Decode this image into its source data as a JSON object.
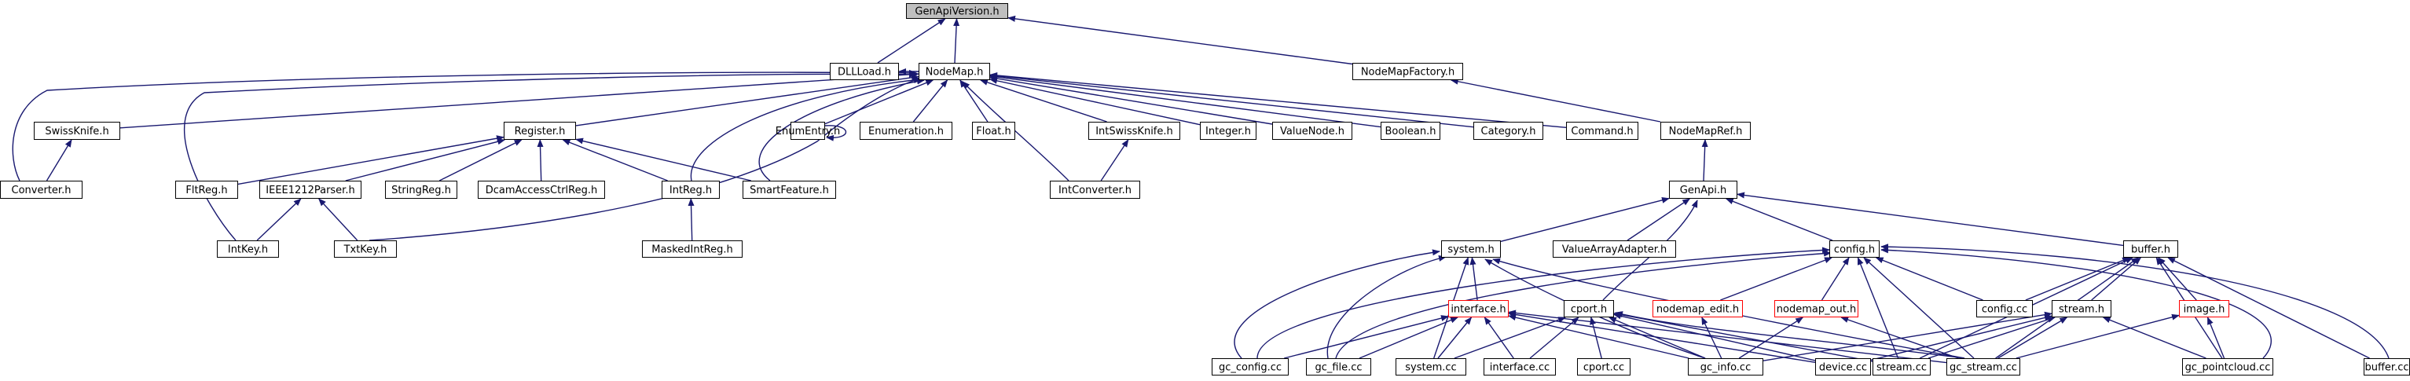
{
  "colors": {
    "edge": "#191970",
    "node_border": "#000000",
    "node_border_incomplete": "#ff0000",
    "node_fill": "#ffffff",
    "root_fill": "#bfbfbf"
  },
  "nodes": [
    {
      "id": "genapiversion",
      "label": "GenApiVersion.h",
      "style": "root"
    },
    {
      "id": "dllload",
      "label": "DLLLoad.h",
      "style": "normal"
    },
    {
      "id": "nodemap",
      "label": "NodeMap.h",
      "style": "normal"
    },
    {
      "id": "nodemapfactory",
      "label": "NodeMapFactory.h",
      "style": "normal"
    },
    {
      "id": "swissknife",
      "label": "SwissKnife.h",
      "style": "normal"
    },
    {
      "id": "register",
      "label": "Register.h",
      "style": "normal"
    },
    {
      "id": "enumentry",
      "label": "EnumEntry.h",
      "style": "normal"
    },
    {
      "id": "enumeration",
      "label": "Enumeration.h",
      "style": "normal"
    },
    {
      "id": "float",
      "label": "Float.h",
      "style": "normal"
    },
    {
      "id": "intswissknife",
      "label": "IntSwissKnife.h",
      "style": "normal"
    },
    {
      "id": "integer",
      "label": "Integer.h",
      "style": "normal"
    },
    {
      "id": "valuenode",
      "label": "ValueNode.h",
      "style": "normal"
    },
    {
      "id": "boolean",
      "label": "Boolean.h",
      "style": "normal"
    },
    {
      "id": "category",
      "label": "Category.h",
      "style": "normal"
    },
    {
      "id": "command",
      "label": "Command.h",
      "style": "normal"
    },
    {
      "id": "nodemapref",
      "label": "NodeMapRef.h",
      "style": "normal"
    },
    {
      "id": "converter",
      "label": "Converter.h",
      "style": "normal"
    },
    {
      "id": "fltreg",
      "label": "FltReg.h",
      "style": "normal"
    },
    {
      "id": "ieee1212parser",
      "label": "IEEE1212Parser.h",
      "style": "normal"
    },
    {
      "id": "stringreg",
      "label": "StringReg.h",
      "style": "normal"
    },
    {
      "id": "dcamaccessctrlreg",
      "label": "DcamAccessCtrlReg.h",
      "style": "normal"
    },
    {
      "id": "intreg",
      "label": "IntReg.h",
      "style": "normal"
    },
    {
      "id": "smartfeature",
      "label": "SmartFeature.h",
      "style": "normal"
    },
    {
      "id": "intconverter",
      "label": "IntConverter.h",
      "style": "normal"
    },
    {
      "id": "genapi",
      "label": "GenApi.h",
      "style": "normal"
    },
    {
      "id": "intkey",
      "label": "IntKey.h",
      "style": "normal"
    },
    {
      "id": "txtkey",
      "label": "TxtKey.h",
      "style": "normal"
    },
    {
      "id": "maskedintreg",
      "label": "MaskedIntReg.h",
      "style": "normal"
    },
    {
      "id": "system_h",
      "label": "system.h",
      "style": "normal"
    },
    {
      "id": "valuearrayadapter",
      "label": "ValueArrayAdapter.h",
      "style": "normal"
    },
    {
      "id": "config_h",
      "label": "config.h",
      "style": "normal"
    },
    {
      "id": "buffer_h",
      "label": "buffer.h",
      "style": "normal"
    },
    {
      "id": "interface_h",
      "label": "interface.h",
      "style": "incomplete"
    },
    {
      "id": "cport_h",
      "label": "cport.h",
      "style": "normal"
    },
    {
      "id": "nodemap_edit",
      "label": "nodemap_edit.h",
      "style": "incomplete"
    },
    {
      "id": "nodemap_out",
      "label": "nodemap_out.h",
      "style": "incomplete"
    },
    {
      "id": "config_cc",
      "label": "config.cc",
      "style": "normal"
    },
    {
      "id": "stream_h",
      "label": "stream.h",
      "style": "normal"
    },
    {
      "id": "image_h",
      "label": "image.h",
      "style": "incomplete"
    },
    {
      "id": "gc_config",
      "label": "gc_config.cc",
      "style": "normal"
    },
    {
      "id": "gc_file",
      "label": "gc_file.cc",
      "style": "normal"
    },
    {
      "id": "system_cc",
      "label": "system.cc",
      "style": "normal"
    },
    {
      "id": "interface_cc",
      "label": "interface.cc",
      "style": "normal"
    },
    {
      "id": "cport_cc",
      "label": "cport.cc",
      "style": "normal"
    },
    {
      "id": "gc_info",
      "label": "gc_info.cc",
      "style": "normal"
    },
    {
      "id": "device_cc",
      "label": "device.cc",
      "style": "normal"
    },
    {
      "id": "stream_cc",
      "label": "stream.cc",
      "style": "normal"
    },
    {
      "id": "gc_stream",
      "label": "gc_stream.cc",
      "style": "normal"
    },
    {
      "id": "gc_pointcloud",
      "label": "gc_pointcloud.cc",
      "style": "normal"
    },
    {
      "id": "buffer_cc",
      "label": "buffer.cc",
      "style": "normal"
    }
  ],
  "edges": [
    {
      "from": "dllload",
      "to": "genapiversion"
    },
    {
      "from": "nodemap",
      "to": "genapiversion"
    },
    {
      "from": "nodemapfactory",
      "to": "genapiversion"
    },
    {
      "from": "nodemap",
      "to": "dllload"
    },
    {
      "from": "swissknife",
      "to": "nodemap"
    },
    {
      "from": "register",
      "to": "nodemap"
    },
    {
      "from": "enumentry",
      "to": "nodemap"
    },
    {
      "from": "enumeration",
      "to": "nodemap"
    },
    {
      "from": "float",
      "to": "nodemap"
    },
    {
      "from": "intswissknife",
      "to": "nodemap"
    },
    {
      "from": "integer",
      "to": "nodemap"
    },
    {
      "from": "valuenode",
      "to": "nodemap"
    },
    {
      "from": "boolean",
      "to": "nodemap"
    },
    {
      "from": "category",
      "to": "nodemap"
    },
    {
      "from": "command",
      "to": "nodemap"
    },
    {
      "from": "converter",
      "to": "nodemap"
    },
    {
      "from": "intreg",
      "to": "nodemap"
    },
    {
      "from": "smartfeature",
      "to": "nodemap"
    },
    {
      "from": "intconverter",
      "to": "nodemap"
    },
    {
      "from": "intkey",
      "to": "nodemap"
    },
    {
      "from": "txtkey",
      "to": "nodemap"
    },
    {
      "from": "enumentry",
      "to": "enumentry"
    },
    {
      "from": "nodemapref",
      "to": "nodemapfactory"
    },
    {
      "from": "converter",
      "to": "swissknife"
    },
    {
      "from": "fltreg",
      "to": "register"
    },
    {
      "from": "ieee1212parser",
      "to": "register"
    },
    {
      "from": "stringreg",
      "to": "register"
    },
    {
      "from": "dcamaccessctrlreg",
      "to": "register"
    },
    {
      "from": "intreg",
      "to": "register"
    },
    {
      "from": "smartfeature",
      "to": "register"
    },
    {
      "from": "intconverter",
      "to": "intswissknife"
    },
    {
      "from": "genapi",
      "to": "nodemapref"
    },
    {
      "from": "intkey",
      "to": "ieee1212parser"
    },
    {
      "from": "txtkey",
      "to": "ieee1212parser"
    },
    {
      "from": "maskedintreg",
      "to": "intreg"
    },
    {
      "from": "system_h",
      "to": "genapi"
    },
    {
      "from": "valuearrayadapter",
      "to": "genapi"
    },
    {
      "from": "config_h",
      "to": "genapi"
    },
    {
      "from": "buffer_h",
      "to": "genapi"
    },
    {
      "from": "cport_h",
      "to": "genapi"
    },
    {
      "from": "interface_h",
      "to": "system_h"
    },
    {
      "from": "gc_config",
      "to": "system_h"
    },
    {
      "from": "gc_file",
      "to": "system_h"
    },
    {
      "from": "system_cc",
      "to": "system_h"
    },
    {
      "from": "gc_info",
      "to": "system_h"
    },
    {
      "from": "gc_stream",
      "to": "system_h"
    },
    {
      "from": "nodemap_edit",
      "to": "config_h"
    },
    {
      "from": "nodemap_out",
      "to": "config_h"
    },
    {
      "from": "config_cc",
      "to": "config_h"
    },
    {
      "from": "gc_config",
      "to": "config_h"
    },
    {
      "from": "gc_file",
      "to": "config_h"
    },
    {
      "from": "stream_cc",
      "to": "config_h"
    },
    {
      "from": "gc_stream",
      "to": "config_h"
    },
    {
      "from": "gc_pointcloud",
      "to": "config_h"
    },
    {
      "from": "buffer_cc",
      "to": "config_h"
    },
    {
      "from": "config_cc",
      "to": "buffer_h"
    },
    {
      "from": "stream_h",
      "to": "buffer_h"
    },
    {
      "from": "image_h",
      "to": "buffer_h"
    },
    {
      "from": "stream_cc",
      "to": "buffer_h"
    },
    {
      "from": "gc_stream",
      "to": "buffer_h"
    },
    {
      "from": "gc_pointcloud",
      "to": "buffer_h"
    },
    {
      "from": "buffer_cc",
      "to": "buffer_h"
    },
    {
      "from": "gc_config",
      "to": "interface_h"
    },
    {
      "from": "gc_file",
      "to": "interface_h"
    },
    {
      "from": "system_cc",
      "to": "interface_h"
    },
    {
      "from": "interface_cc",
      "to": "interface_h"
    },
    {
      "from": "gc_info",
      "to": "interface_h"
    },
    {
      "from": "device_cc",
      "to": "interface_h"
    },
    {
      "from": "gc_stream",
      "to": "interface_h"
    },
    {
      "from": "system_cc",
      "to": "cport_h"
    },
    {
      "from": "interface_cc",
      "to": "cport_h"
    },
    {
      "from": "cport_cc",
      "to": "cport_h"
    },
    {
      "from": "gc_info",
      "to": "cport_h"
    },
    {
      "from": "device_cc",
      "to": "cport_h"
    },
    {
      "from": "stream_cc",
      "to": "cport_h"
    },
    {
      "from": "gc_stream",
      "to": "cport_h"
    },
    {
      "from": "gc_info",
      "to": "nodemap_edit"
    },
    {
      "from": "gc_info",
      "to": "nodemap_out"
    },
    {
      "from": "gc_stream",
      "to": "nodemap_out"
    },
    {
      "from": "gc_info",
      "to": "stream_h"
    },
    {
      "from": "device_cc",
      "to": "stream_h"
    },
    {
      "from": "stream_cc",
      "to": "stream_h"
    },
    {
      "from": "gc_stream",
      "to": "stream_h"
    },
    {
      "from": "gc_pointcloud",
      "to": "stream_h"
    },
    {
      "from": "gc_stream",
      "to": "image_h"
    },
    {
      "from": "gc_pointcloud",
      "to": "image_h"
    }
  ]
}
